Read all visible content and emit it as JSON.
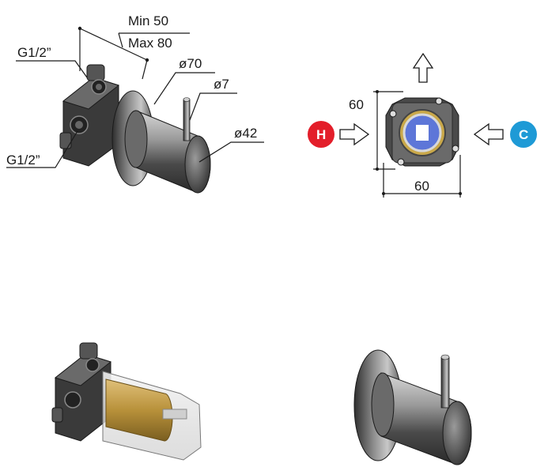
{
  "labels": {
    "min": "Min 50",
    "max": "Max 80",
    "g_top": "G1/2”",
    "g_bottom": "G1/2”",
    "d70": "ø70",
    "d7": "ø7",
    "d42": "ø42",
    "height": "60",
    "width": "60",
    "hot": "H",
    "cold": "C"
  },
  "colors": {
    "hot": "#e31e2a",
    "cold": "#1e9ad6",
    "line": "#1a1a1a",
    "metal_dark": "#3a3a3a",
    "brass": "#b8913a",
    "blue_core": "#3a56c8"
  }
}
